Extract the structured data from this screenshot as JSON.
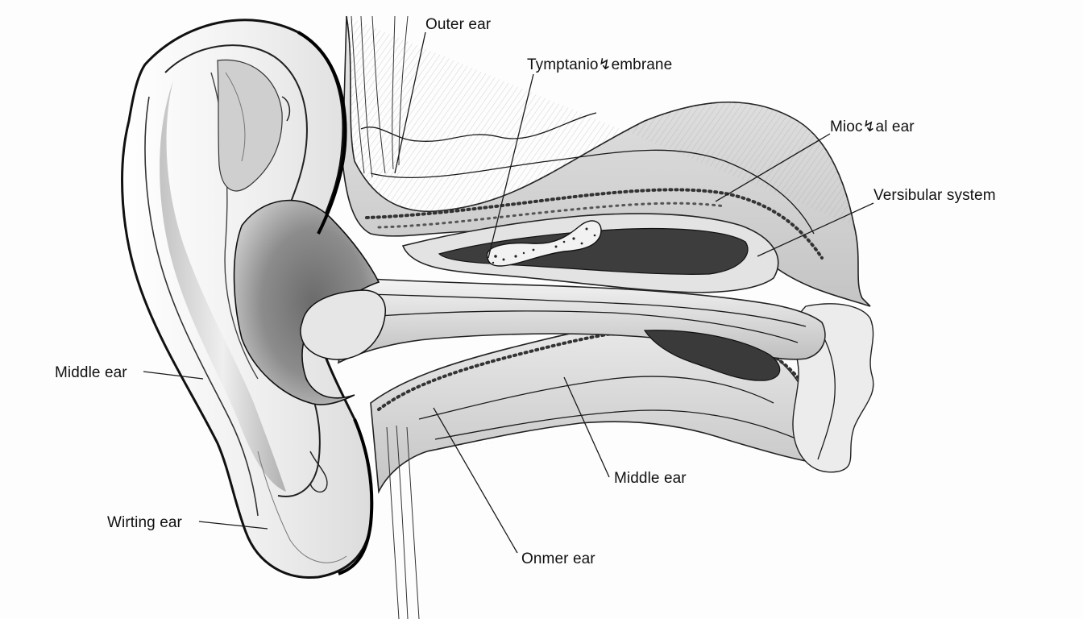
{
  "labels": {
    "outer_ear": "Outer ear",
    "tympanic_membrane": "Tymptanio↯embrane",
    "miotal_ear": "Mioc↯al ear",
    "vestibular_system": "Versibular system",
    "middle_ear_left": "Middle ear",
    "middle_ear_right": "Middle ear",
    "writing_ear": "Wirting ear",
    "onmer_ear": "Onmer ear"
  },
  "colors": {
    "background": "#fdfdfd",
    "ink": "#151515",
    "shade_dark": "#5a5a5a",
    "shade_mid": "#9a9a9a",
    "shade_light": "#d8d8d8"
  }
}
